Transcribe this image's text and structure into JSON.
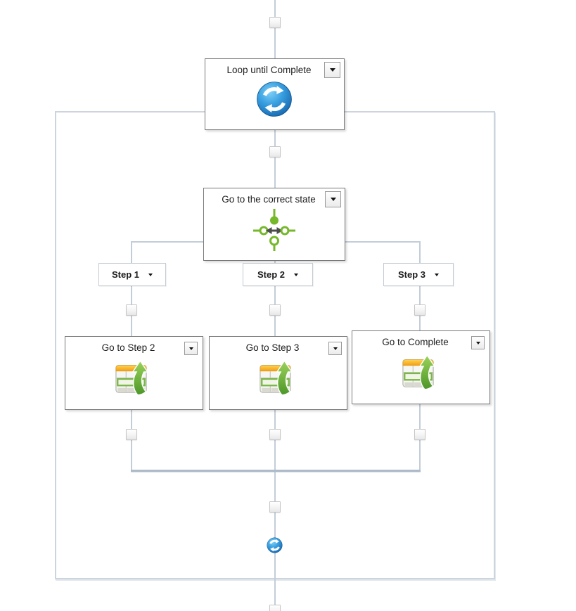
{
  "colors": {
    "connector": "#c3cdd8",
    "connector_merge": "#adbac8",
    "boundary_border": "#ccd5de",
    "activity_border": "#7a7a7a",
    "case_label_border": "#c2cbd4",
    "switch_icon_green": "#76b82a",
    "switch_arrow_dark": "#4c4c4c",
    "loop_icon_blue": "#2f96dc",
    "table_header_orange": "#f5a623",
    "table_arrow_green": "#55a030"
  },
  "workflow": {
    "loop_activity": {
      "title": "Loop until Complete"
    },
    "switch_activity": {
      "title": "Go to the correct state"
    },
    "cases": [
      {
        "label": "Step 1"
      },
      {
        "label": "Step 2"
      },
      {
        "label": "Step 3"
      }
    ],
    "transition_activities": [
      {
        "title": "Go to Step 2"
      },
      {
        "title": "Go to Step 3"
      },
      {
        "title": "Go to Complete"
      }
    ]
  }
}
